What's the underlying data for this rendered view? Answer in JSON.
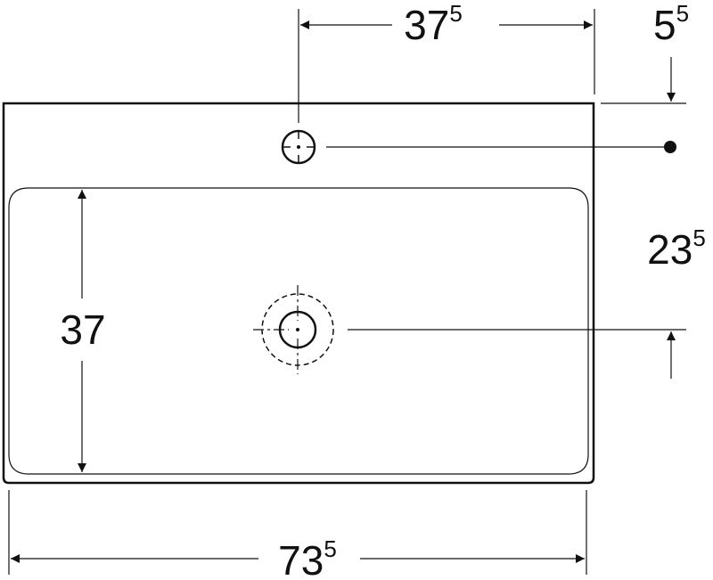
{
  "dimensions": {
    "tap_hole_offset": {
      "main": "37",
      "sup": "5"
    },
    "tap_hole_from_edge": {
      "main": "5",
      "sup": "5"
    },
    "drain_from_edge": {
      "main": "23",
      "sup": "5"
    },
    "bowl_depth": {
      "main": "37",
      "sup": ""
    },
    "total_width": {
      "main": "73",
      "sup": "5"
    }
  },
  "colors": {
    "line": "#111111",
    "background": "#ffffff"
  }
}
